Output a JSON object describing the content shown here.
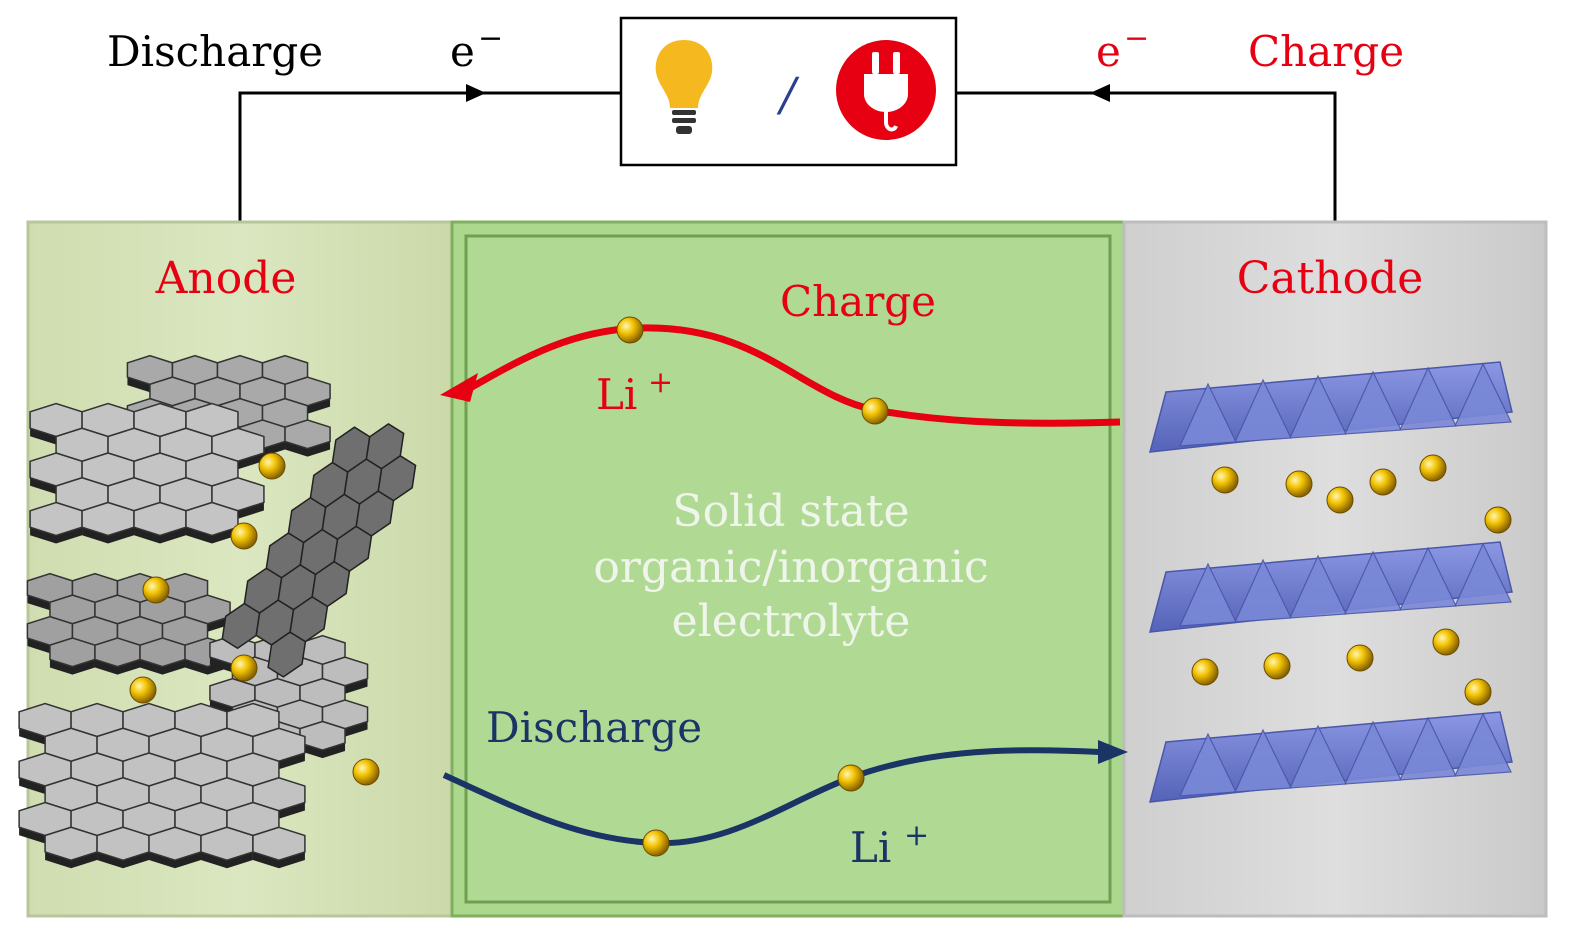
{
  "labels": {
    "discharge_top": "Discharge",
    "charge_top": "Charge",
    "electron_left": "e",
    "electron_right": "e",
    "electron_sup": "−",
    "slash": "/",
    "anode": "Anode",
    "cathode": "Cathode",
    "charge_path": "Charge",
    "discharge_path": "Discharge",
    "li_ion": "Li",
    "li_sup": "+",
    "electrolyte_line1": "Solid state",
    "electrolyte_line2": "organic/inorganic",
    "electrolyte_line3": "electrolyte"
  },
  "icons": {
    "load": "light-bulb-icon",
    "source": "power-plug-icon"
  },
  "colors": {
    "charge": "#e60012",
    "discharge": "#1a3466",
    "anode_bg": "#d6e4b8",
    "electrolyte_bg": "#acd88e",
    "cathode_bg": "#d6d6d6",
    "li_ball": "#e8b800",
    "cathode_layer": "#6c7cd0",
    "graphene": "#b8b8b8"
  }
}
